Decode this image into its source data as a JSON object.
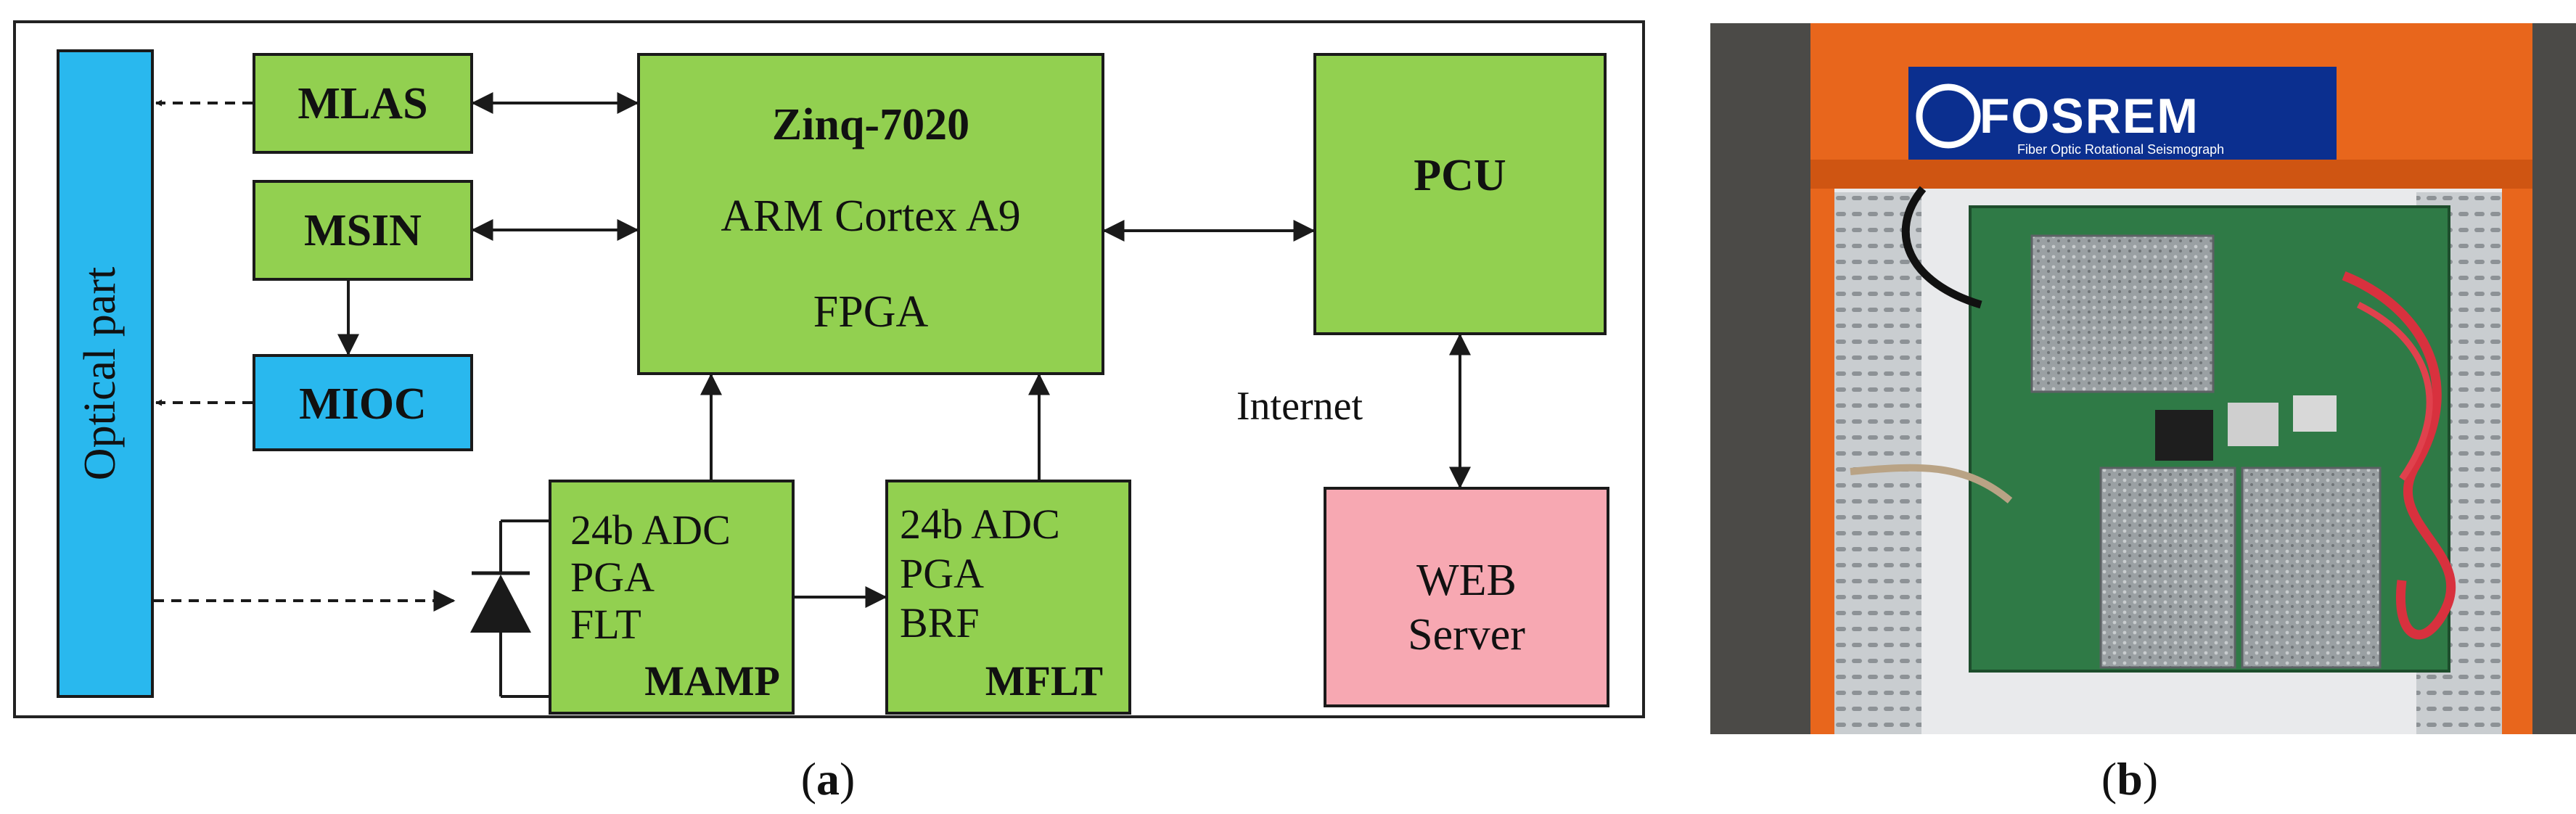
{
  "panel_a": {
    "caption_open": "(",
    "caption_letter": "a",
    "caption_close": ")",
    "blocks": {
      "optical": "Optical part",
      "mlas": "MLAS",
      "msin": "MSIN",
      "mioc": "MIOC",
      "zinq_title": "Zinq-7020",
      "zinq_line2": "ARM Cortex A9",
      "zinq_line3": "FPGA",
      "pcu": "PCU",
      "internet": "Internet",
      "web_line1": "WEB",
      "web_line2": "Server",
      "mamp_lines": [
        "24b ADC",
        "PGA",
        "FLT"
      ],
      "mamp_name": "MAMP",
      "mflt_lines": [
        "24b ADC",
        "PGA",
        "BRF"
      ],
      "mflt_name": "MFLT"
    },
    "colors": {
      "green": "#92d050",
      "blue": "#29b8ee",
      "pink": "#f7a8b2",
      "line": "#1a1a1a"
    }
  },
  "panel_b": {
    "caption_open": "(",
    "caption_letter": "b",
    "caption_close": ")",
    "logo_text": "FOSREM",
    "logo_subtitle": "Fiber Optic Rotational Seismograph",
    "colors": {
      "case": "#e8661c",
      "board": "#2f7a46",
      "label": "#0b2f8f"
    }
  }
}
